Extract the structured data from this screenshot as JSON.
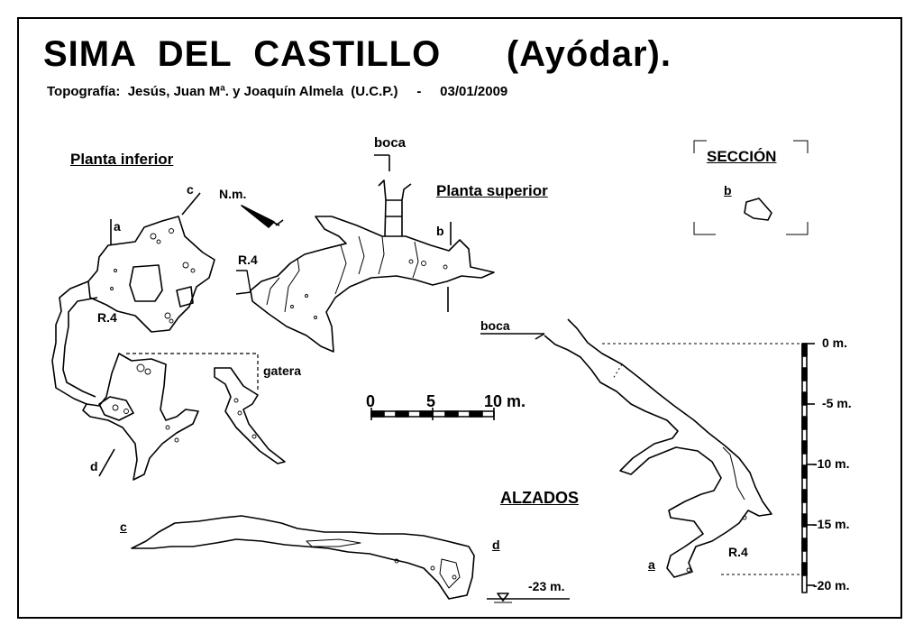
{
  "header": {
    "title": "SIMA  DEL  CASTILLO      (Ayódar).",
    "subtitle": "Topografía:  Jesús, Juan Mª. y Joaquín Almela  (U.C.P.)     -     03/01/2009"
  },
  "plan_lower": {
    "heading": "Planta  inferior",
    "label_a": "a",
    "label_c": "c",
    "label_d": "d",
    "label_r4": "R.4",
    "label_gatera": "gatera",
    "north": "N.m."
  },
  "plan_upper": {
    "heading": "Planta superior",
    "label_boca": "boca",
    "label_b": "b",
    "label_r4": "R.4"
  },
  "section": {
    "heading": "SECCIÓN",
    "label_b": "b"
  },
  "scale_bar": {
    "labels": [
      "0",
      "5",
      "10 m."
    ],
    "values_m": [
      0,
      5,
      10
    ]
  },
  "elevations": {
    "heading": "ALZADOS",
    "label_c": "c",
    "label_d": "d",
    "depth_label": "-23 m.",
    "label_boca": "boca",
    "label_r4": "R.4",
    "label_a": "a"
  },
  "depth_scale": {
    "labels": [
      "0 m.",
      "-5 m.",
      "-10 m.",
      "-15 m.",
      "-20 m."
    ],
    "values_m": [
      0,
      -5,
      -10,
      -15,
      -20
    ]
  }
}
